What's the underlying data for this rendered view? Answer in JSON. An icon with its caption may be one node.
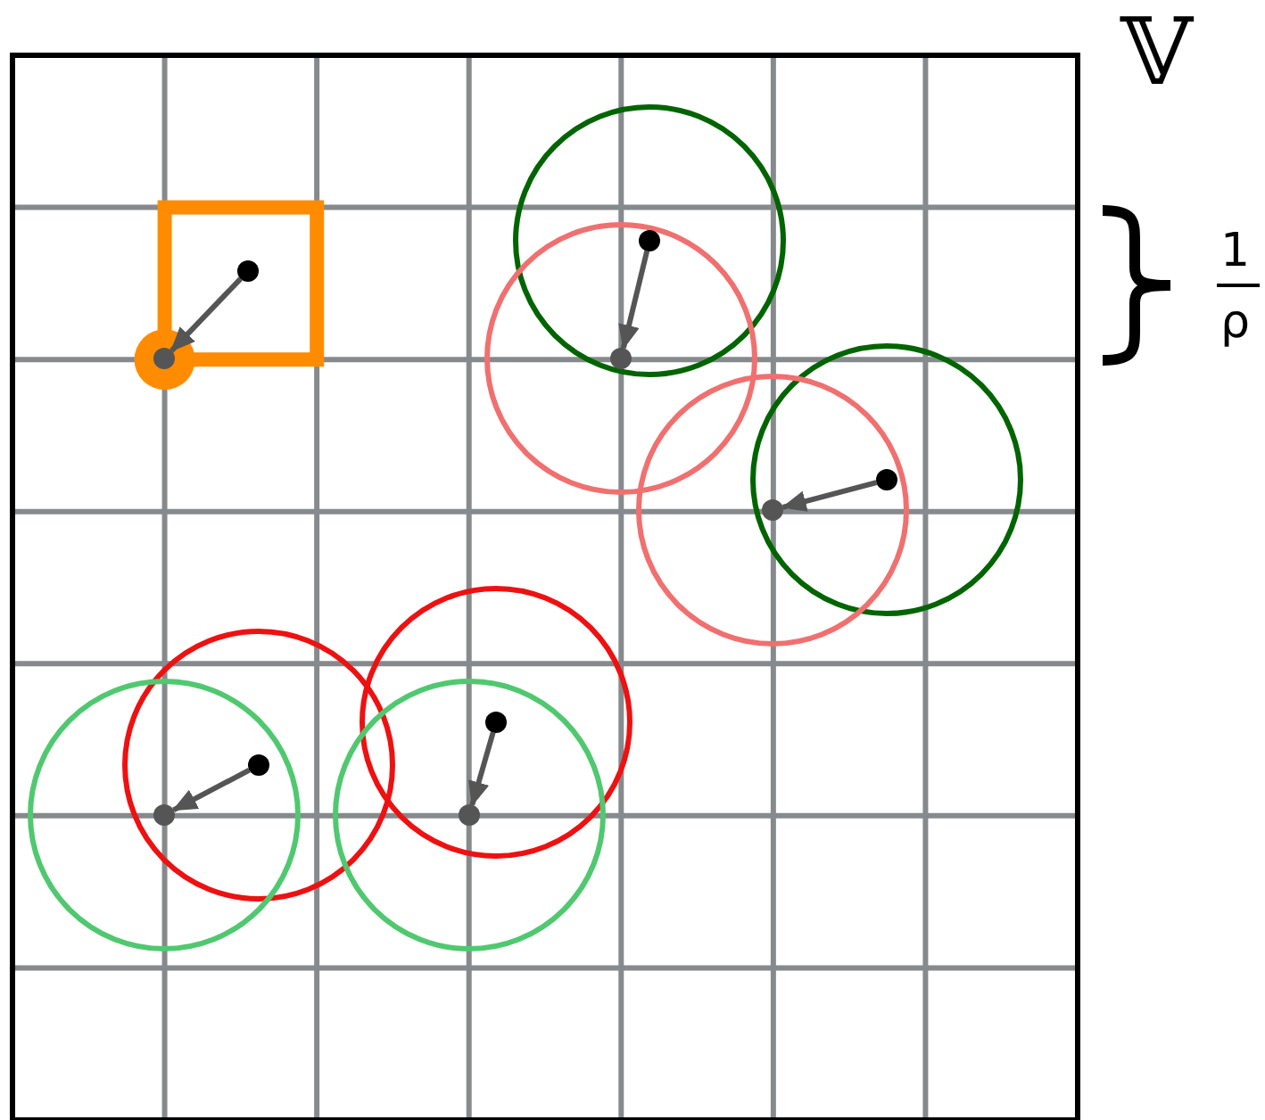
{
  "diagram": {
    "nodes": [
      {
        "text": [],
        "shape": "circle"
      },
      {
        "text": [],
        "shape": "circle"
      },
      {
        "text": [],
        "shape": "circle"
      },
      {
        "text": [],
        "shape": "circle"
      },
      {
        "text": [],
        "shape": "circle"
      },
      {
        "text": [],
        "shape": "circle"
      },
      {
        "text": [],
        "shape": "circle"
      },
      {
        "text": [],
        "shape": "circle"
      },
      {
        "text": [],
        "shape": "circle"
      },
      {
        "text": [],
        "shape": "circle"
      }
    ],
    "edges": [
      {
        "from": 0,
        "to": 1,
        "arrow": "to"
      },
      {
        "from": 2,
        "to": 3,
        "arrow": "to"
      },
      {
        "from": 4,
        "to": 5,
        "arrow": "to"
      },
      {
        "from": 6,
        "to": 7,
        "arrow": "to"
      },
      {
        "from": 8,
        "to": 9,
        "arrow": "to"
      }
    ],
    "labels": [
      "𝕍",
      "1",
      "ρ"
    ]
  }
}
